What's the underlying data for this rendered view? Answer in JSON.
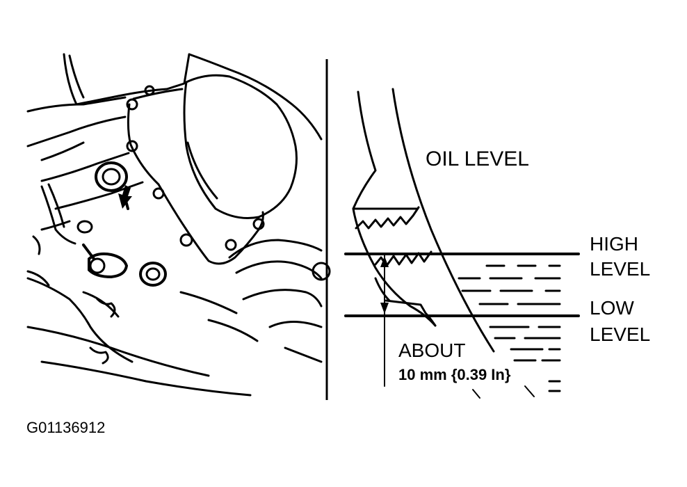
{
  "labels": {
    "oil_level": "OIL LEVEL",
    "high_1": "HIGH",
    "high_2": "LEVEL",
    "low_1": "LOW",
    "low_2": "LEVEL",
    "about": "ABOUT",
    "measurement": "10 mm {0.39 In}",
    "figure_code": "G01136912"
  },
  "colors": {
    "ink": "#000000",
    "paper": "#ffffff"
  }
}
